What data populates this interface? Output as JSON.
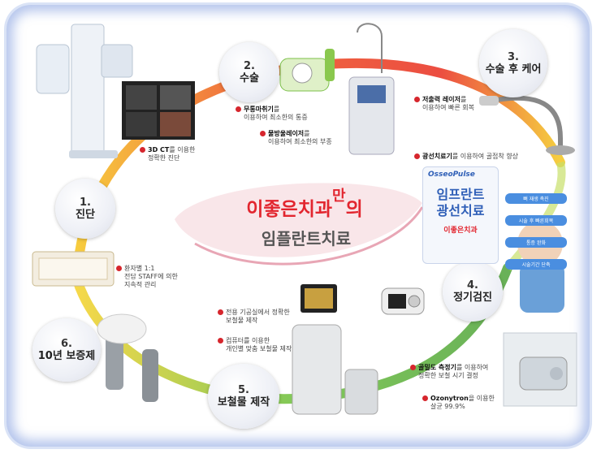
{
  "center": {
    "line1": "이좋은치과",
    "superscript": "만",
    "suffix": "의",
    "line2": "임플란트치료"
  },
  "steps": [
    {
      "number": "1.",
      "label": "진단"
    },
    {
      "number": "2.",
      "label": "수술"
    },
    {
      "number": "3.",
      "label": "수술 후 케어"
    },
    {
      "number": "4.",
      "label": "정기검진"
    },
    {
      "number": "5.",
      "label": "보철물 제작"
    },
    {
      "number": "6.",
      "label": "10년 보증제"
    }
  ],
  "notes": {
    "diagnosis": {
      "line1_bold": "3D CT",
      "line1_rest": "를 이용한",
      "line2": "정확한 진단"
    },
    "surgery_a": {
      "line1_bold": "무통마취기",
      "line1_rest": "를",
      "line2": "이용하여 최소한의 통증"
    },
    "surgery_b": {
      "line1_bold": "물방울레이저",
      "line1_rest": "를",
      "line2": "이용하여 최소한의 부종"
    },
    "care_a": {
      "line1_bold": "저출력 레이저",
      "line1_rest": "를",
      "line2": "이용하여 빠른 회복"
    },
    "care_b": {
      "line1_bold": "광선치료기",
      "line1_rest": "를 이용하여 골접착 향상"
    },
    "checkup_a": {
      "line1_bold": "골밀도 측정기",
      "line1_rest": "를 이용하여",
      "line2": "정확한 보철 시기 결정"
    },
    "checkup_b": {
      "line1_bold": "Ozonytron",
      "line1_rest": "을 이용한",
      "line2": "살균 99.9%"
    },
    "prosthesis_a": {
      "line1": "전용 기공실에서 정확한",
      "line2": "보철물 제작"
    },
    "prosthesis_b": {
      "line1": "컴퓨터를 이용한",
      "line2": "개인별 맞춤 보철물 제작"
    },
    "warranty": {
      "line1": "환자별 1:1",
      "line2": "전담 STAFF에 의한",
      "line3": "지속적 관리"
    }
  },
  "panel": {
    "brand": "OsseoPulse",
    "title1": "임프란트",
    "title2": "광선치료",
    "clinic": "이좋은치과",
    "buttons": [
      "뼈 재생 촉진",
      "시술 후 빠른회복",
      "통증 완화",
      "시술기간 단축"
    ]
  },
  "colors": {
    "title_red": "#e2262f",
    "title_gray": "#555555",
    "ring_red": "#ea3a2c",
    "ring_yellow": "#f4d12a",
    "ring_green": "#6cbf3a",
    "panel_blue": "#2f5fb7"
  }
}
